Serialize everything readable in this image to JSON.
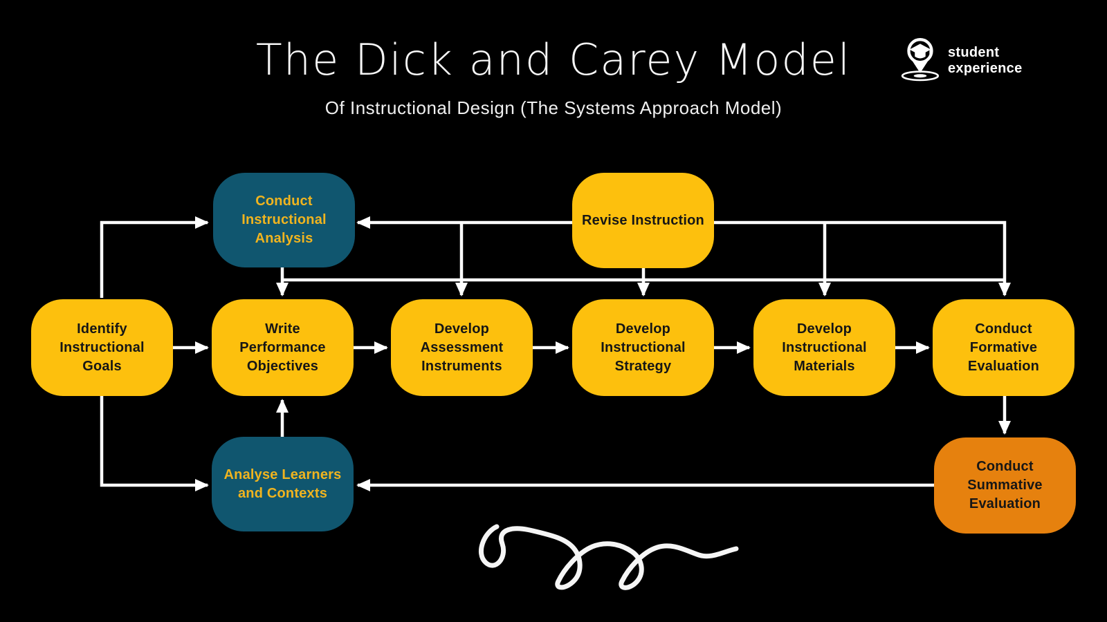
{
  "header": {
    "title": "The Dick and Carey Model",
    "subtitle": "Of Instructional Design (The Systems Approach Model)"
  },
  "logo": {
    "icon": "graduation-cap-location-pin-icon",
    "line1": "student",
    "line2": "experience"
  },
  "colors": {
    "background": "#000000",
    "node_yellow": "#FDC00D",
    "node_teal": "#10566F",
    "node_orange": "#E6810E",
    "text_on_teal": "#F0B41F",
    "text_on_yellow": "#161616",
    "connector": "#FFFFFF",
    "title_text": "#F7F7F7"
  },
  "nodes": [
    {
      "id": "conduct-instructional-analysis",
      "label": "Conduct Instructional Analysis",
      "style": "teal"
    },
    {
      "id": "revise-instruction",
      "label": "Revise Instruction",
      "style": "yellow"
    },
    {
      "id": "identify-instructional-goals",
      "label": "Identify Instructional Goals",
      "style": "yellow"
    },
    {
      "id": "write-performance-objectives",
      "label": "Write Performance Objectives",
      "style": "yellow"
    },
    {
      "id": "develop-assessment-instruments",
      "label": "Develop Assessment Instruments",
      "style": "yellow"
    },
    {
      "id": "develop-instructional-strategy",
      "label": "Develop Instructional Strategy",
      "style": "yellow"
    },
    {
      "id": "develop-instructional-materials",
      "label": "Develop Instructional Materials",
      "style": "yellow"
    },
    {
      "id": "conduct-formative-evaluation",
      "label": "Conduct Formative Evaluation",
      "style": "yellow"
    },
    {
      "id": "analyse-learners-and-contexts",
      "label": "Analyse Learners and Contexts",
      "style": "teal"
    },
    {
      "id": "conduct-summative-evaluation",
      "label": "Conduct Summative Evaluation",
      "style": "orange"
    }
  ],
  "edges": [
    {
      "from": "identify-instructional-goals",
      "to": "conduct-instructional-analysis"
    },
    {
      "from": "identify-instructional-goals",
      "to": "write-performance-objectives"
    },
    {
      "from": "identify-instructional-goals",
      "to": "analyse-learners-and-contexts"
    },
    {
      "from": "conduct-instructional-analysis",
      "to": "write-performance-objectives"
    },
    {
      "from": "analyse-learners-and-contexts",
      "to": "write-performance-objectives"
    },
    {
      "from": "write-performance-objectives",
      "to": "develop-assessment-instruments"
    },
    {
      "from": "develop-assessment-instruments",
      "to": "develop-instructional-strategy"
    },
    {
      "from": "develop-instructional-strategy",
      "to": "develop-instructional-materials"
    },
    {
      "from": "develop-instructional-materials",
      "to": "conduct-formative-evaluation"
    },
    {
      "from": "conduct-formative-evaluation",
      "to": "conduct-summative-evaluation"
    },
    {
      "from": "conduct-summative-evaluation",
      "to": "analyse-learners-and-contexts"
    },
    {
      "from": "revise-instruction",
      "to": "conduct-instructional-analysis"
    },
    {
      "from": "revise-instruction",
      "to": "develop-assessment-instruments"
    },
    {
      "from": "revise-instruction",
      "to": "develop-instructional-strategy"
    },
    {
      "from": "revise-instruction",
      "to": "develop-instructional-materials"
    },
    {
      "from": "revise-instruction",
      "to": "conduct-formative-evaluation"
    }
  ]
}
